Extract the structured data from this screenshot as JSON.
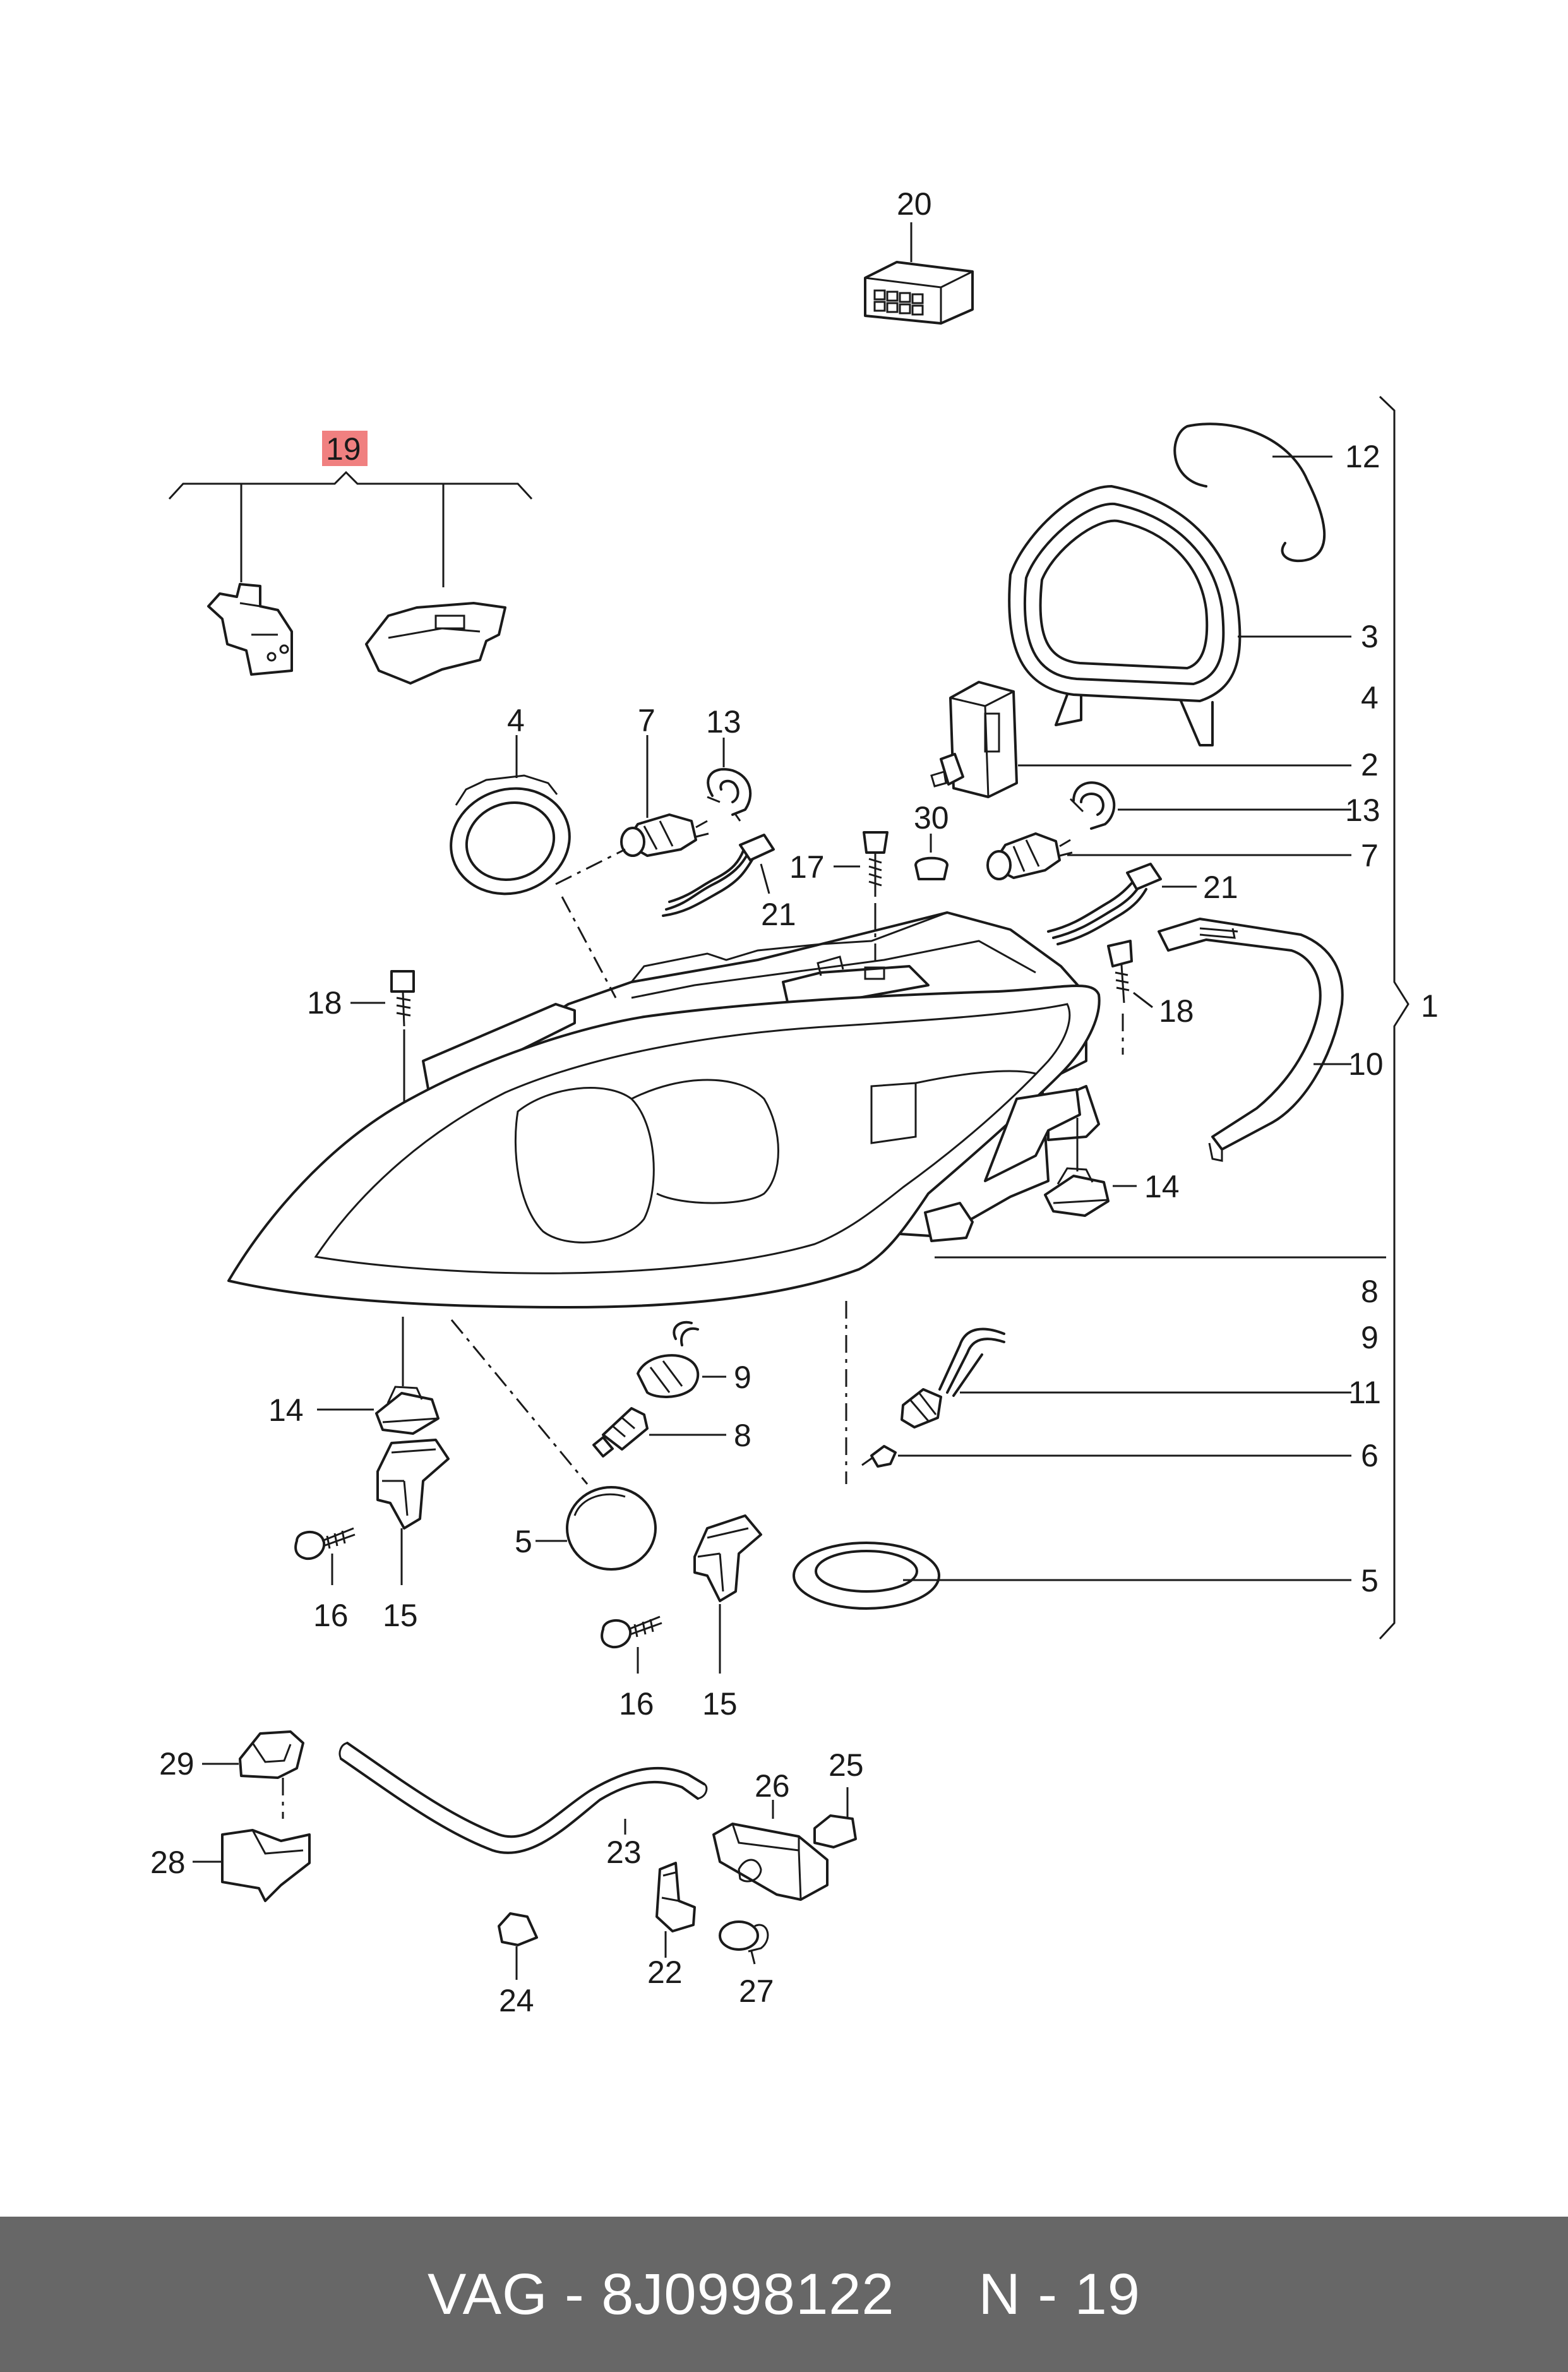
{
  "labels": {
    "l1": "1",
    "l2": "2",
    "l3": "3",
    "l4a": "4",
    "l4b": "4",
    "l5a": "5",
    "l5b": "5",
    "l6": "6",
    "l7a": "7",
    "l7b": "7",
    "l8a": "8",
    "l8b": "8",
    "l9a": "9",
    "l9b": "9",
    "l10": "10",
    "l11": "11",
    "l12": "12",
    "l13a": "13",
    "l13b": "13",
    "l14a": "14",
    "l14b": "14",
    "l15a": "15",
    "l15b": "15",
    "l16a": "16",
    "l16b": "16",
    "l17": "17",
    "l18a": "18",
    "l18b": "18",
    "l19": "19",
    "l20": "20",
    "l21a": "21",
    "l21b": "21",
    "l22": "22",
    "l23": "23",
    "l24": "24",
    "l25": "25",
    "l26": "26",
    "l27": "27",
    "l28": "28",
    "l29": "29",
    "l30": "30"
  },
  "highlight_color": "#f08080",
  "footer": {
    "text": "VAG - 8J0998122     N - 19",
    "background": "#676767"
  }
}
